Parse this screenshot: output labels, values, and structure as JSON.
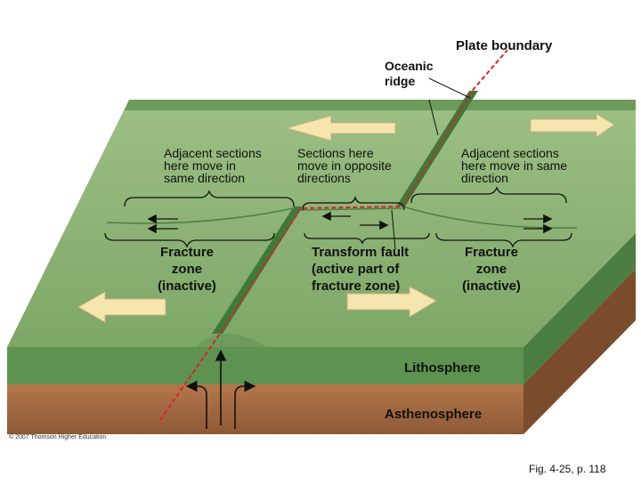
{
  "labels": {
    "plate_boundary": "Plate boundary",
    "oceanic_ridge": "Oceanic\nridge",
    "adjacent_left": "Adjacent sections\nhere move in\nsame direction",
    "sections_opposite": "Sections here\nmove in opposite\ndirections",
    "adjacent_right": "Adjacent sections\nhere move in same\ndirection",
    "fracture_left": "Fracture\nzone\n(inactive)",
    "transform_fault": "Transform fault\n(active part of\nfracture zone)",
    "fracture_right": "Fracture\nzone\n(inactive)",
    "lithosphere": "Lithosphere",
    "asthenosphere": "Asthenosphere",
    "copyright": "© 2007 Thomson Higher Education",
    "figure_caption": "Fig. 4-25, p. 118"
  },
  "colors": {
    "plate_top": "#86ad6f",
    "plate_top_dark": "#6e9a5b",
    "lithosphere_side": "#5e9250",
    "asthenosphere": "#a86a42",
    "asthenosphere_light": "#c98c60",
    "ridge": "#3d7a3a",
    "plate_boundary_line": "#d8242b",
    "motion_arrow": "#f7e5b0"
  },
  "icons": {
    "motion_arrow": "block-arrow-icon",
    "upwelling_arrow": "arrow-up-icon"
  }
}
